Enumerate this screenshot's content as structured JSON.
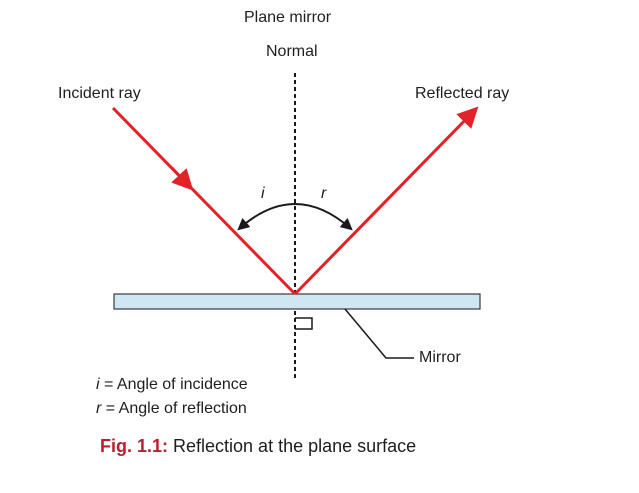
{
  "labels": {
    "title": "Plane mirror",
    "normal": "Normal",
    "incident": "Incident ray",
    "reflected": "Reflected ray",
    "angle_i": "i",
    "angle_r": "r",
    "mirror": "Mirror"
  },
  "legend": {
    "i_symbol": "i",
    "i_text": " = Angle of incidence",
    "r_symbol": "r",
    "r_text": " = Angle of reflection"
  },
  "caption": {
    "number": "Fig. 1.1:",
    "text": " Reflection at the plane surface"
  },
  "colors": {
    "ray": "#e32227",
    "mirror_fill": "#cfe6f3",
    "mirror_stroke": "#3a3a3a",
    "line": "#1a1a1a",
    "caption_number": "#b7202e"
  }
}
